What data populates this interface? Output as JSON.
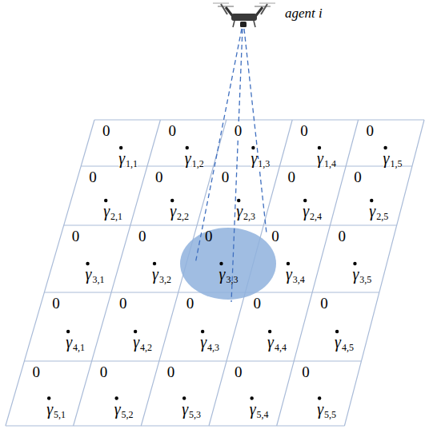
{
  "diagram": {
    "labels": [
      "agent i",
      "0",
      "γ",
      "1,1",
      "0",
      "γ",
      "1,2",
      "0",
      "γ",
      "1,3",
      "0",
      "γ",
      "1,4",
      "0",
      "γ",
      "1,5",
      "0",
      "γ",
      "2,1",
      "0",
      "γ",
      "2,2",
      "0",
      "γ",
      "2,3",
      "0",
      "γ",
      "2,4",
      "0",
      "γ",
      "2,5",
      "0",
      "γ",
      "3,1",
      "0",
      "γ",
      "3,2",
      "0",
      "γ",
      "3,3",
      "0",
      "γ",
      "3,4",
      "0",
      "γ",
      "3,5",
      "0",
      "γ",
      "4,1",
      "0",
      "γ",
      "4,2",
      "0",
      "γ",
      "4,3",
      "0",
      "γ",
      "4,4",
      "0",
      "γ",
      "4,5",
      "0",
      "γ",
      "5,1",
      "0",
      "γ",
      "5,2",
      "0",
      "γ",
      "5,3",
      "0",
      "γ",
      "5,4",
      "0",
      "γ",
      "5,5"
    ]
  }
}
